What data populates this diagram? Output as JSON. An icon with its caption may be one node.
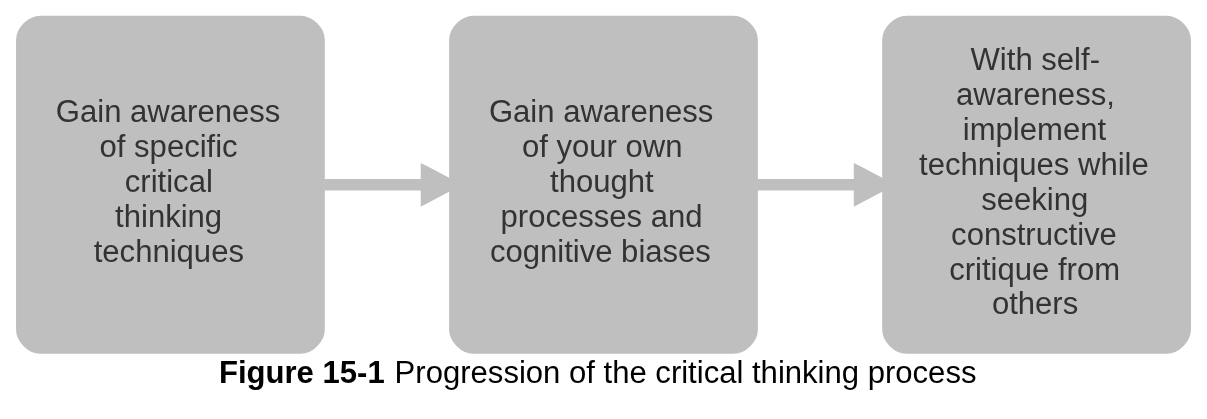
{
  "diagram": {
    "caption": "**Figure 15-1** Progression of the critical thinking process",
    "nodes": [
      {
        "text": [
          "Gain awareness of specific critical thinking techniques"
        ]
      },
      {
        "text": [
          "Gain awareness of your own thought processes and cognitive biases"
        ]
      },
      {
        "text": [
          "With self-awareness, implement techniques while seeking constructive critique from others"
        ]
      }
    ],
    "edges": [
      {
        "from": 0,
        "to": 1,
        "arrow": "to"
      },
      {
        "from": 1,
        "to": 2,
        "arrow": "to"
      }
    ]
  }
}
